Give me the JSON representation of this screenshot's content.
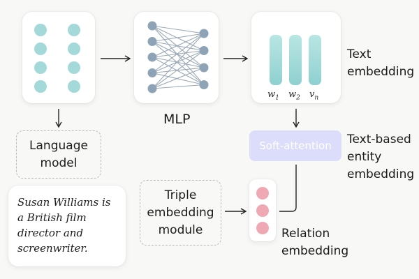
{
  "labels": {
    "mlp": "MLP",
    "text_embedding": "Text\nembedding",
    "language_model": "Language\nmodel",
    "soft_attention": "Soft-attention",
    "text_based_entity_embedding": "Text-based\nentity\nembedding",
    "triple_embedding_module": "Triple\nembedding\nmodule",
    "relation_embedding": "Relation\nembedding",
    "sentence": "Susan Williams is\na British film\ndirector and\nscreenwriter."
  },
  "word_vectors": {
    "w1": "w",
    "w1_sub": "1",
    "w2": "w",
    "w2_sub": "2",
    "wn": "v",
    "wn_sub": "n"
  },
  "colors": {
    "teal": "#a3dad9",
    "mlp_node": "#8ea4b6",
    "mlp_edge": "#9aa9b6",
    "attention_fill": "#dcdcfb",
    "attention_text": "#ffffff",
    "relation_dot": "#f0a8b5",
    "arrow": "#222222"
  }
}
